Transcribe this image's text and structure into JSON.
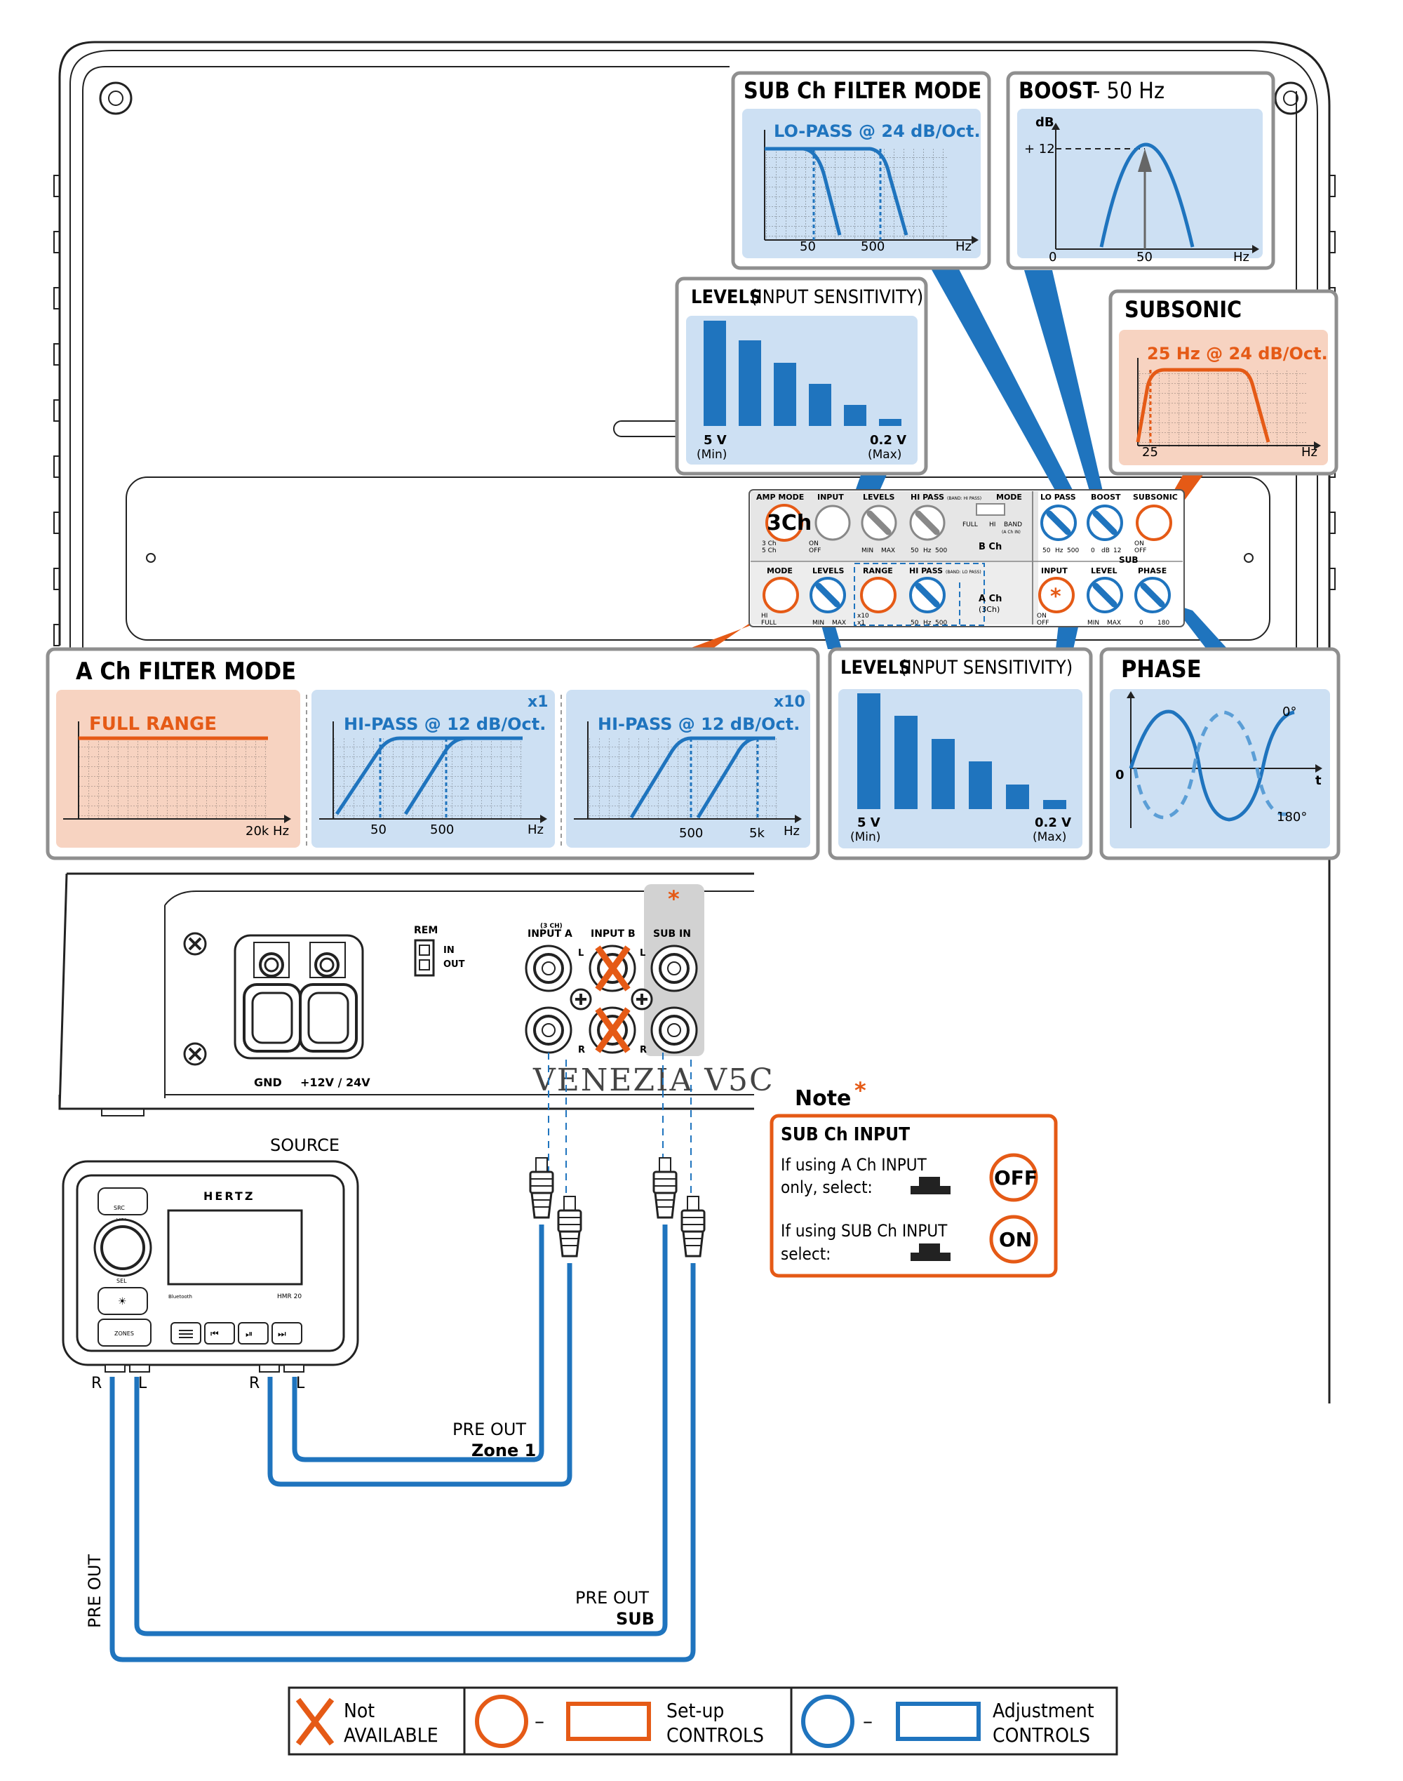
{
  "colors": {
    "blue": "#1f74be",
    "orange": "#e55a16",
    "gray": "#8f8f8f",
    "panel_blue": "#cde0f3",
    "panel_orange": "#f7d3c1",
    "dark": "#1a1a1a"
  },
  "sub_filter": {
    "title": "SUB Ch FILTER MODE",
    "curve_label": "LO-PASS @ 24 dB/Oct.",
    "x_ticks": [
      "50",
      "500"
    ],
    "x_unit": "Hz"
  },
  "boost": {
    "title_bold": "BOOST",
    "title_rest": " - 50 Hz",
    "y_unit": "dB",
    "y_mark": "+ 12",
    "x_zero": "0",
    "x_tick": "50",
    "x_unit": "Hz"
  },
  "levels_top": {
    "title_bold": "LEVELS",
    "title_rest": " (INPUT SENSITIVITY)",
    "left_value": "5 V",
    "left_note": "(Min)",
    "right_value": "0.2 V",
    "right_note": "(Max)"
  },
  "subsonic": {
    "title": "SUBSONIC",
    "curve_label": "25 Hz @ 24 dB/Oct.",
    "x_tick": "25",
    "x_unit": "Hz"
  },
  "panel_labels": {
    "amp_mode": "AMP MODE",
    "amp_mode_value": "3Ch",
    "amp_opt1": "3 Ch",
    "amp_opt2": "5 Ch",
    "input": "INPUT",
    "on": "ON",
    "off": "OFF",
    "levels": "LEVELS",
    "min": "MIN",
    "max": "MAX",
    "hi_pass_b": "HI PASS",
    "hi_pass_b_note": "(BAND: HI PASS)",
    "hz50": "50",
    "hz": "Hz",
    "hz500": "500",
    "mode": "MODE",
    "full": "FULL",
    "hi": "HI",
    "band": "BAND",
    "a_ch_in": "(A Ch IN)",
    "b_ch": "B Ch",
    "lo_pass": "LO PASS",
    "boost": "BOOST",
    "db0": "0",
    "db": "dB",
    "db12": "12",
    "subsonic": "SUBSONIC",
    "sub": "SUB",
    "a_mode": "MODE",
    "a_levels": "LEVELS",
    "range": "RANGE",
    "x10": "x10",
    "x1": "x1",
    "hi_pass_a": "HI PASS",
    "hi_pass_a_note": "(BAND: LO PASS)",
    "a_ch": "A Ch",
    "a_ch_3": "(3Ch)",
    "sub_input": "INPUT",
    "sub_level": "LEVEL",
    "phase": "PHASE",
    "ph0": "0",
    "ph180": "180"
  },
  "a_filter": {
    "title": "A Ch FILTER MODE",
    "full_label": "FULL RANGE",
    "full_tick": "20k Hz",
    "hp1_label": "HI-PASS @ 12 dB/Oct.",
    "hp1_mult": "x1",
    "hp1_ticks": [
      "50",
      "500"
    ],
    "hp1_unit": "Hz",
    "hp10_label": "HI-PASS @ 12 dB/Oct.",
    "hp10_mult": "x10",
    "hp10_ticks": [
      "500",
      "5k"
    ],
    "hp10_unit": "Hz"
  },
  "levels_bottom": {
    "title_bold": "LEVELS",
    "title_rest": " (INPUT SENSITIVITY)",
    "left_value": "5 V",
    "left_note": "(Min)",
    "right_value": "0.2 V",
    "right_note": "(Max)"
  },
  "phase_box": {
    "title": "PHASE",
    "deg0": "0°",
    "deg180": "180°",
    "zero": "0",
    "t": "t"
  },
  "amp_rear": {
    "gnd": "GND",
    "power": "+12V / 24V",
    "rem": "REM",
    "rem_in": "IN",
    "rem_out": "OUT",
    "input_a_top": "(3 CH)",
    "input_a": "INPUT A",
    "input_b": "INPUT B",
    "sub_in": "SUB IN",
    "l": "L",
    "r": "R",
    "model": "VENEZIA  V5C",
    "asterisk": "*"
  },
  "source": {
    "label": "SOURCE",
    "brand": "HERTZ",
    "model": "HMR 20",
    "bt": "Bluetooth",
    "src": "SRC",
    "vol": "VOL",
    "sel": "SEL",
    "zones": "ZONES"
  },
  "wiring": {
    "r": "R",
    "l": "L",
    "pre_out": "PRE OUT",
    "zone1": "Zone 1",
    "sub": "SUB",
    "pre_out_vertical": "PRE OUT"
  },
  "note": {
    "title": "Note",
    "asterisk": "*",
    "heading": "SUB Ch INPUT",
    "line1a": "If using A Ch INPUT",
    "line1b": "only, select:",
    "off": "OFF",
    "line2a": "If using SUB Ch INPUT",
    "line2b": "select:",
    "on": "ON"
  },
  "legend": {
    "not1": "Not",
    "not2": "AVAILABLE",
    "dash1": "–",
    "set1": "Set-up",
    "set2": "CONTROLS",
    "dash2": "–",
    "adj1": "Adjustment",
    "adj2": "CONTROLS"
  }
}
